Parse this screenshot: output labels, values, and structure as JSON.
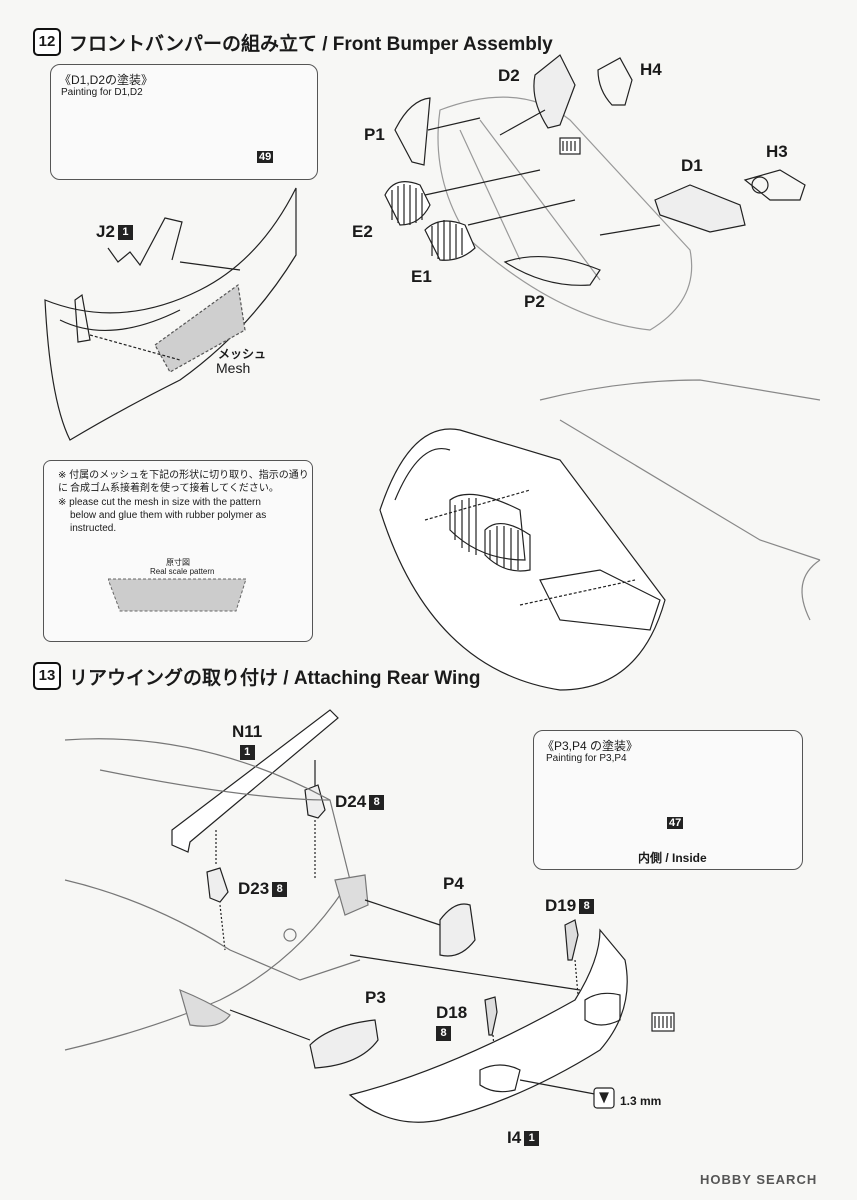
{
  "step12": {
    "number": "12",
    "title": "フロントバンパーの組み立て / Front Bumper Assembly",
    "painting_box": {
      "title": "《D1,D2の塗装》",
      "subtitle": "Painting for D1,D2",
      "color_code": "49"
    },
    "parts": {
      "j2": "J2",
      "j2_count": "1",
      "d2": "D2",
      "h4": "H4",
      "p1": "P1",
      "d1": "D1",
      "h3": "H3",
      "e2": "E2",
      "e1": "E1",
      "p2": "P2"
    },
    "mesh_label_jp": "メッシュ",
    "mesh_label_en": "Mesh",
    "note": {
      "jp_line1": "付属のメッシュを下記の形状に切り取り、指示の通りに",
      "jp_line2": "合成ゴム系接着剤を使って接着してください。",
      "en_line1": "please cut the mesh in size with the pattern",
      "en_line2": "below and glue them with rubber polymer as",
      "en_line3": "instructed.",
      "pattern_jp": "原寸図",
      "pattern_en": "Real scale pattern"
    }
  },
  "step13": {
    "number": "13",
    "title": "リアウイングの取り付け / Attaching Rear Wing",
    "painting_box": {
      "title": "《P3,P4 の塗装》",
      "subtitle": "Painting for P3,P4",
      "color_code": "47",
      "inside_label": "内側 / Inside"
    },
    "parts": {
      "n11": "N11",
      "n11_count": "1",
      "d24": "D24",
      "d24_count": "8",
      "d23": "D23",
      "d23_count": "8",
      "p4": "P4",
      "d19": "D19",
      "d19_count": "8",
      "p3": "P3",
      "d18": "D18",
      "d18_count": "8",
      "i4": "I4",
      "i4_count": "1"
    },
    "drill_size": "1.3 mm"
  },
  "watermark": "HOBBY SEARCH"
}
